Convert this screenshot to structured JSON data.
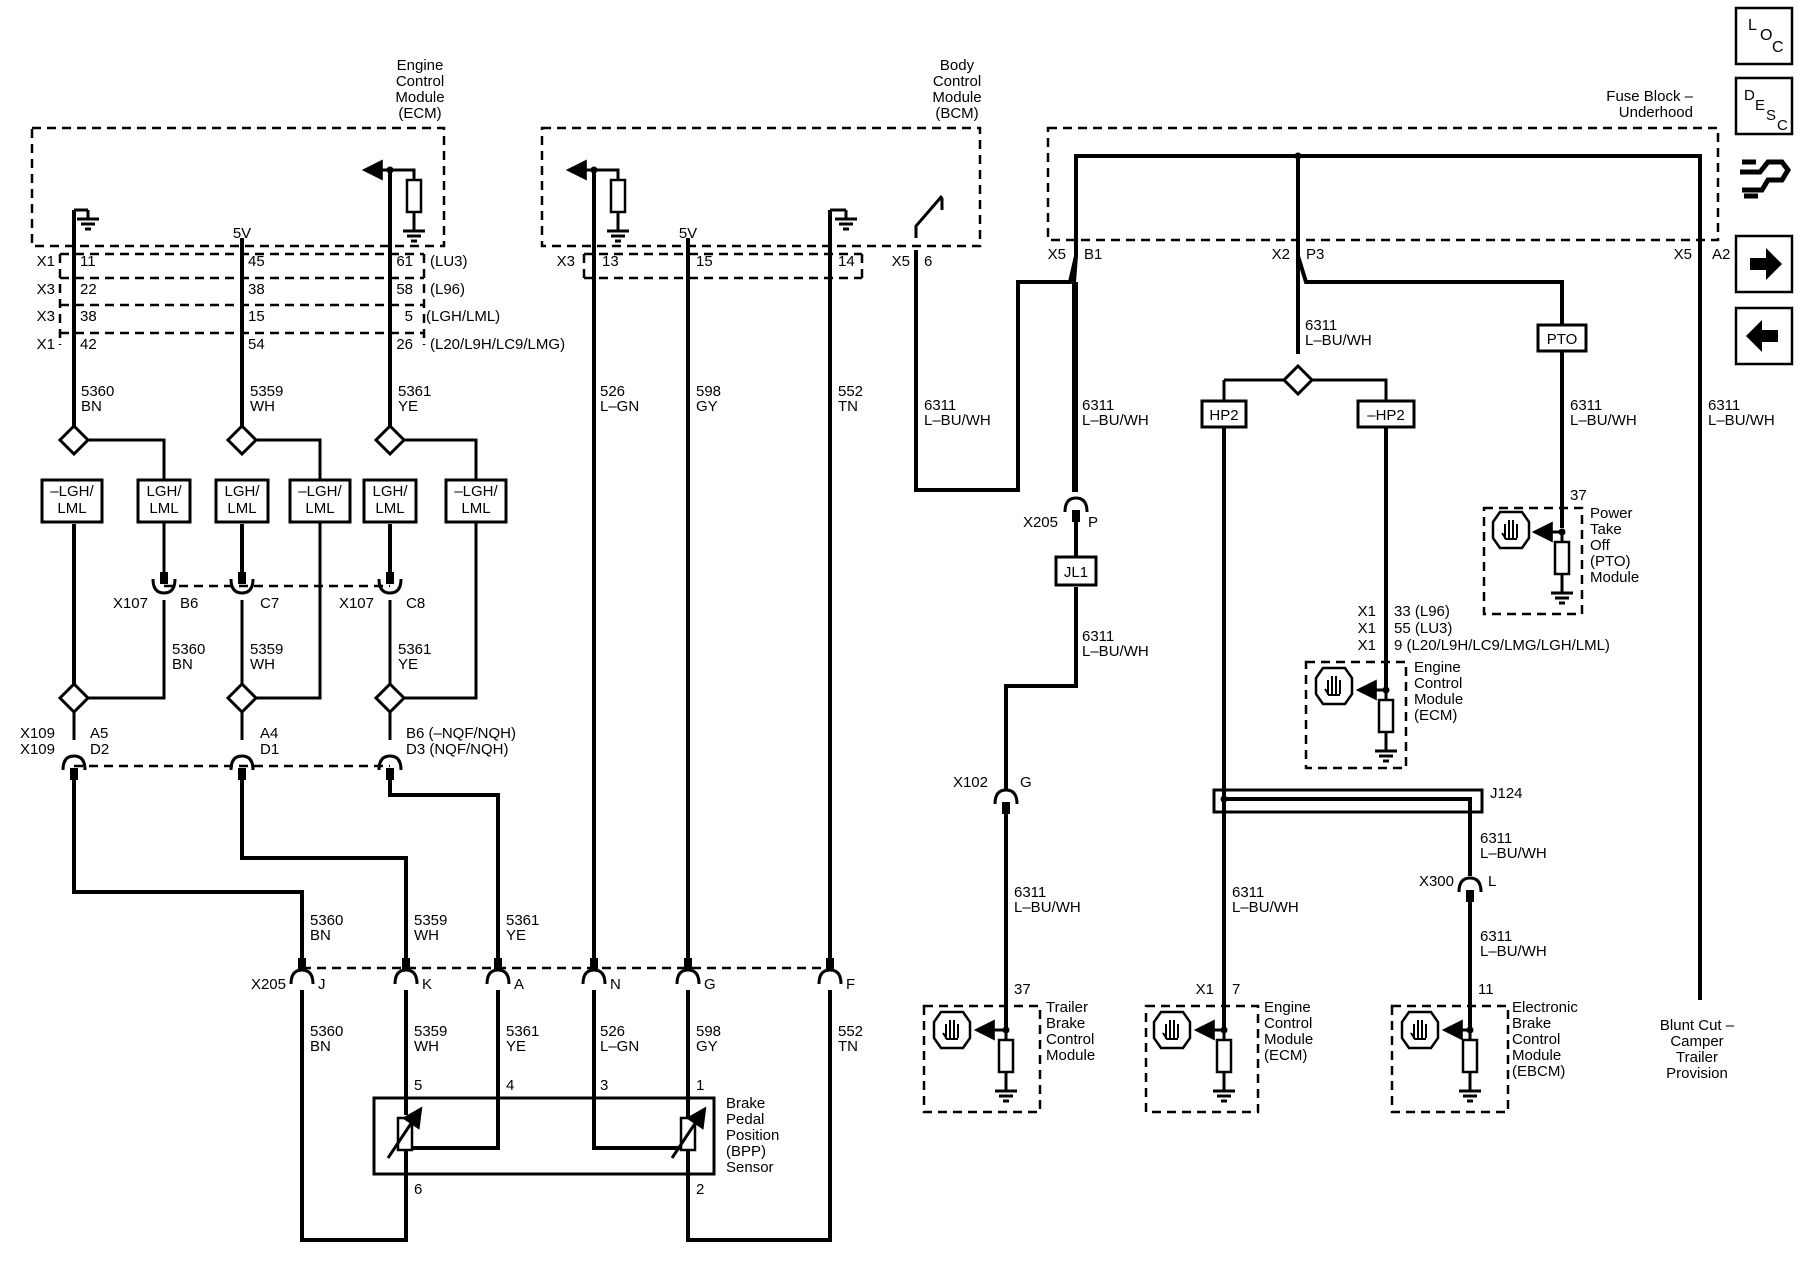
{
  "modules": {
    "ecm_top": [
      "Engine",
      "Control",
      "Module",
      "(ECM)"
    ],
    "bcm_top": [
      "Body",
      "Control",
      "Module",
      "(BCM)"
    ],
    "fuse_block": [
      "Fuse Block –",
      "Underhood"
    ],
    "pto_module": [
      "Power",
      "Take",
      "Off",
      "(PTO)",
      "Module"
    ],
    "ecm_mid": [
      "Engine",
      "Control",
      "Module",
      "(ECM)"
    ],
    "trailer_brake": [
      "Trailer",
      "Brake",
      "Control",
      "Module"
    ],
    "ecm_bottom": [
      "Engine",
      "Control",
      "Module",
      "(ECM)"
    ],
    "ebcm": [
      "Electronic",
      "Brake",
      "Control",
      "Module",
      "(EBCM)"
    ],
    "bpp_sensor": [
      "Brake",
      "Pedal",
      "Position",
      "(BPP)",
      "Sensor"
    ],
    "blunt_cut": [
      "Blunt Cut –",
      "Camper",
      "Trailer",
      "Provision"
    ]
  },
  "ecm_connectors": {
    "rows": [
      {
        "conn": "X1",
        "pins": [
          "11",
          "45",
          "61"
        ],
        "note": "(LU3)"
      },
      {
        "conn": "X3",
        "pins": [
          "22",
          "38",
          "58"
        ],
        "note": "(L96)"
      },
      {
        "conn": "X3",
        "pins": [
          "38",
          "15",
          "5"
        ],
        "note": "(LGH/LML)"
      },
      {
        "conn": "X1",
        "pins": [
          "42",
          "54",
          "26"
        ],
        "note": "(L20/L9H/LC9/LMG)"
      }
    ],
    "vref": "5V"
  },
  "bcm_connector": {
    "conn": "X3",
    "pins": [
      "13",
      "15",
      "14"
    ],
    "vref": "5V",
    "switch_conn": "X5",
    "switch_pin": "6"
  },
  "fuse_connectors": {
    "b1": {
      "conn": "X5",
      "pin": "B1"
    },
    "p3": {
      "conn": "X2",
      "pin": "P3"
    },
    "a2": {
      "conn": "X5",
      "pin": "A2"
    }
  },
  "wires": {
    "w5360": [
      "5360",
      "BN"
    ],
    "w5359": [
      "5359",
      "WH"
    ],
    "w5361": [
      "5361",
      "YE"
    ],
    "w526": [
      "526",
      "L–GN"
    ],
    "w598": [
      "598",
      "GY"
    ],
    "w552": [
      "552",
      "TN"
    ],
    "w6311": [
      "6311",
      "L–BU/WH"
    ]
  },
  "option_boxes": {
    "not_lgh_lml": [
      "–LGH/",
      "LML"
    ],
    "lgh_lml": [
      "LGH/",
      "LML"
    ],
    "pto": "PTO",
    "hp2": "HP2",
    "not_hp2": "–HP2",
    "jl1": "JL1"
  },
  "inline_connectors": {
    "x107a": {
      "name": "X107",
      "pin": "B6"
    },
    "x107_c7": "C7",
    "x107b": {
      "name": "X107",
      "pin": "C8"
    },
    "x109": {
      "names": [
        "X109",
        "X109"
      ],
      "pins_a": [
        "A5",
        "D2"
      ],
      "pins_b": [
        "A4",
        "D1"
      ],
      "pins_c": [
        "B6 (–NQF/NQH)",
        "D3 (NQF/NQH)"
      ]
    },
    "x205_top": {
      "name": "X205",
      "pin": "P"
    },
    "x102": {
      "name": "X102",
      "pin": "G"
    },
    "x300": {
      "name": "X300",
      "pin": "L"
    },
    "x205_bottom": {
      "name": "X205",
      "pins": [
        "J",
        "K",
        "A",
        "N",
        "G",
        "F"
      ]
    },
    "j124": "J124"
  },
  "sensor_pins": {
    "top": [
      "5",
      "4",
      "3",
      "1"
    ],
    "bottom": [
      "6",
      "2"
    ]
  },
  "pins": {
    "pto": "37",
    "trailer": "37",
    "ecm_bottom": {
      "conn": "X1",
      "pin": "7"
    },
    "ebcm": "11",
    "ecm_mid": [
      {
        "conn": "X1",
        "pin": "33 (L96)"
      },
      {
        "conn": "X1",
        "pin": "55 (LU3)"
      },
      {
        "conn": "X1",
        "pin": "9 (L20/L9H/LC9/LMG/LGH/LML)"
      }
    ]
  },
  "nav": {
    "loc": [
      "L",
      "O",
      "C"
    ],
    "desc": [
      "D",
      "E",
      "S",
      "C"
    ],
    "icons": [
      "harness-connector-icon",
      "arrow-right-icon",
      "arrow-left-icon"
    ]
  }
}
